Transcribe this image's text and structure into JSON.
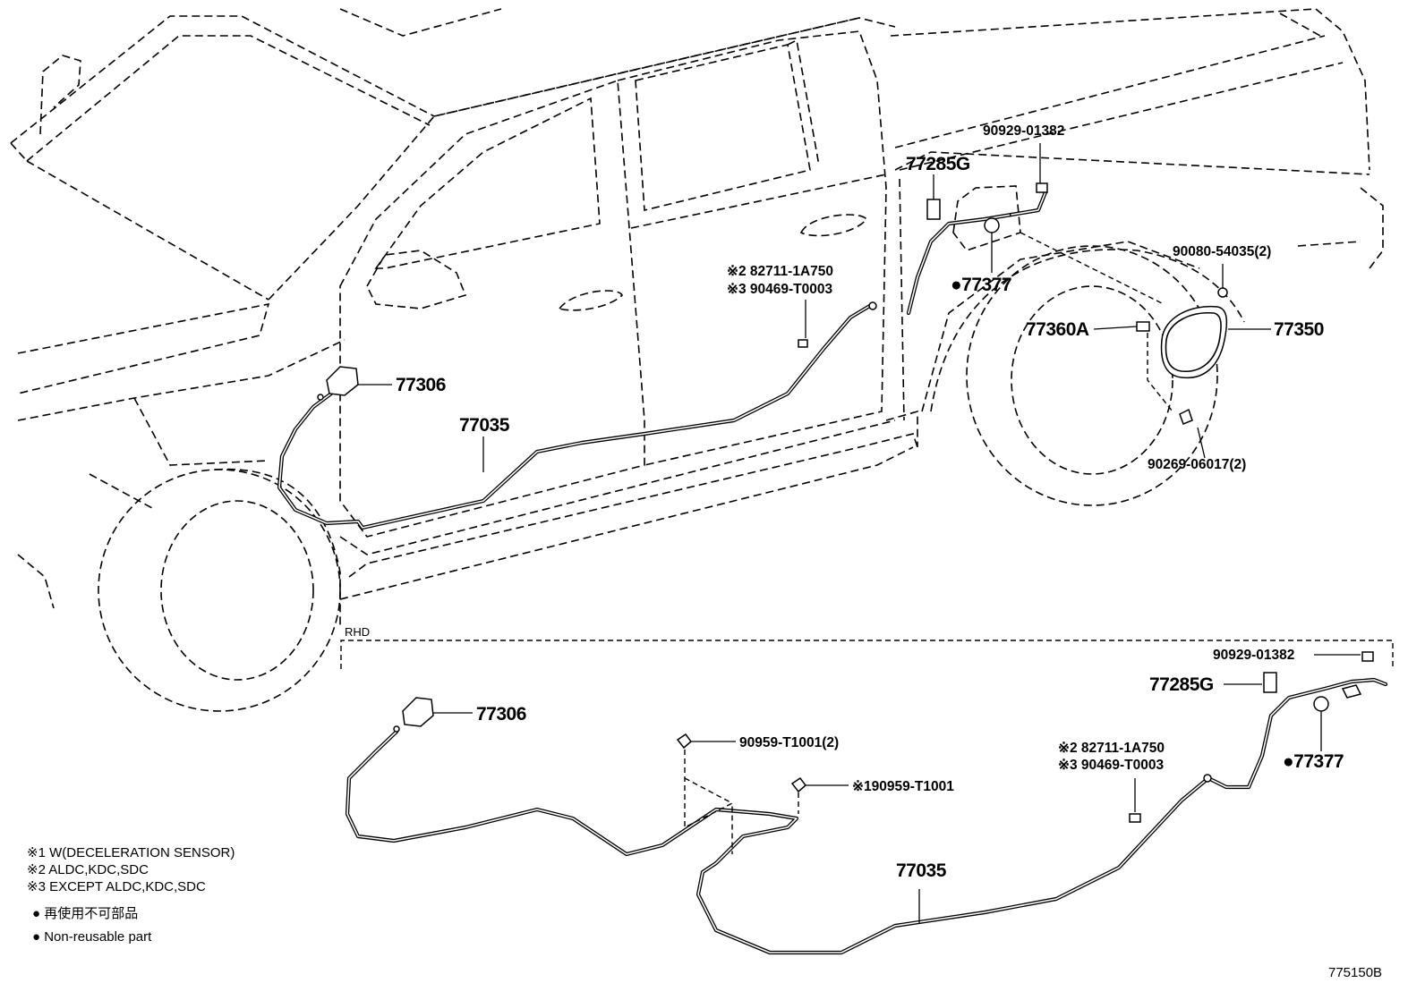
{
  "labels": {
    "p77306_top": "77306",
    "p77035_top": "77035",
    "p77285g_top": "77285G",
    "p90929_top": "90929-01382",
    "p82711_top": "※2 82711-1A750",
    "p90469_top": "※3 90469-T0003",
    "p77377_top": "●77377",
    "p90080": "90080-54035(2)",
    "p77360a": "77360A",
    "p77350": "77350",
    "p90269": "90269-06017(2)",
    "rhd": "RHD",
    "p77306_bot": "77306",
    "p90959_2": "90959-T1001(2)",
    "p190959": "※190959-T1001",
    "p90929_bot": "90929-01382",
    "p77285g_bot": "77285G",
    "p82711_bot": "※2 82711-1A750",
    "p90469_bot": "※3 90469-T0003",
    "p77377_bot": "●77377",
    "p77035_bot": "77035"
  },
  "legend": {
    "note1": "※1 W(DECELERATION SENSOR)",
    "note2": "※2 ALDC,KDC,SDC",
    "note3": "※3 EXCEPT ALDC,KDC,SDC",
    "jp": "● 再使用不可部品",
    "en": "● Non-reusable part"
  },
  "figure_id": "775150B"
}
